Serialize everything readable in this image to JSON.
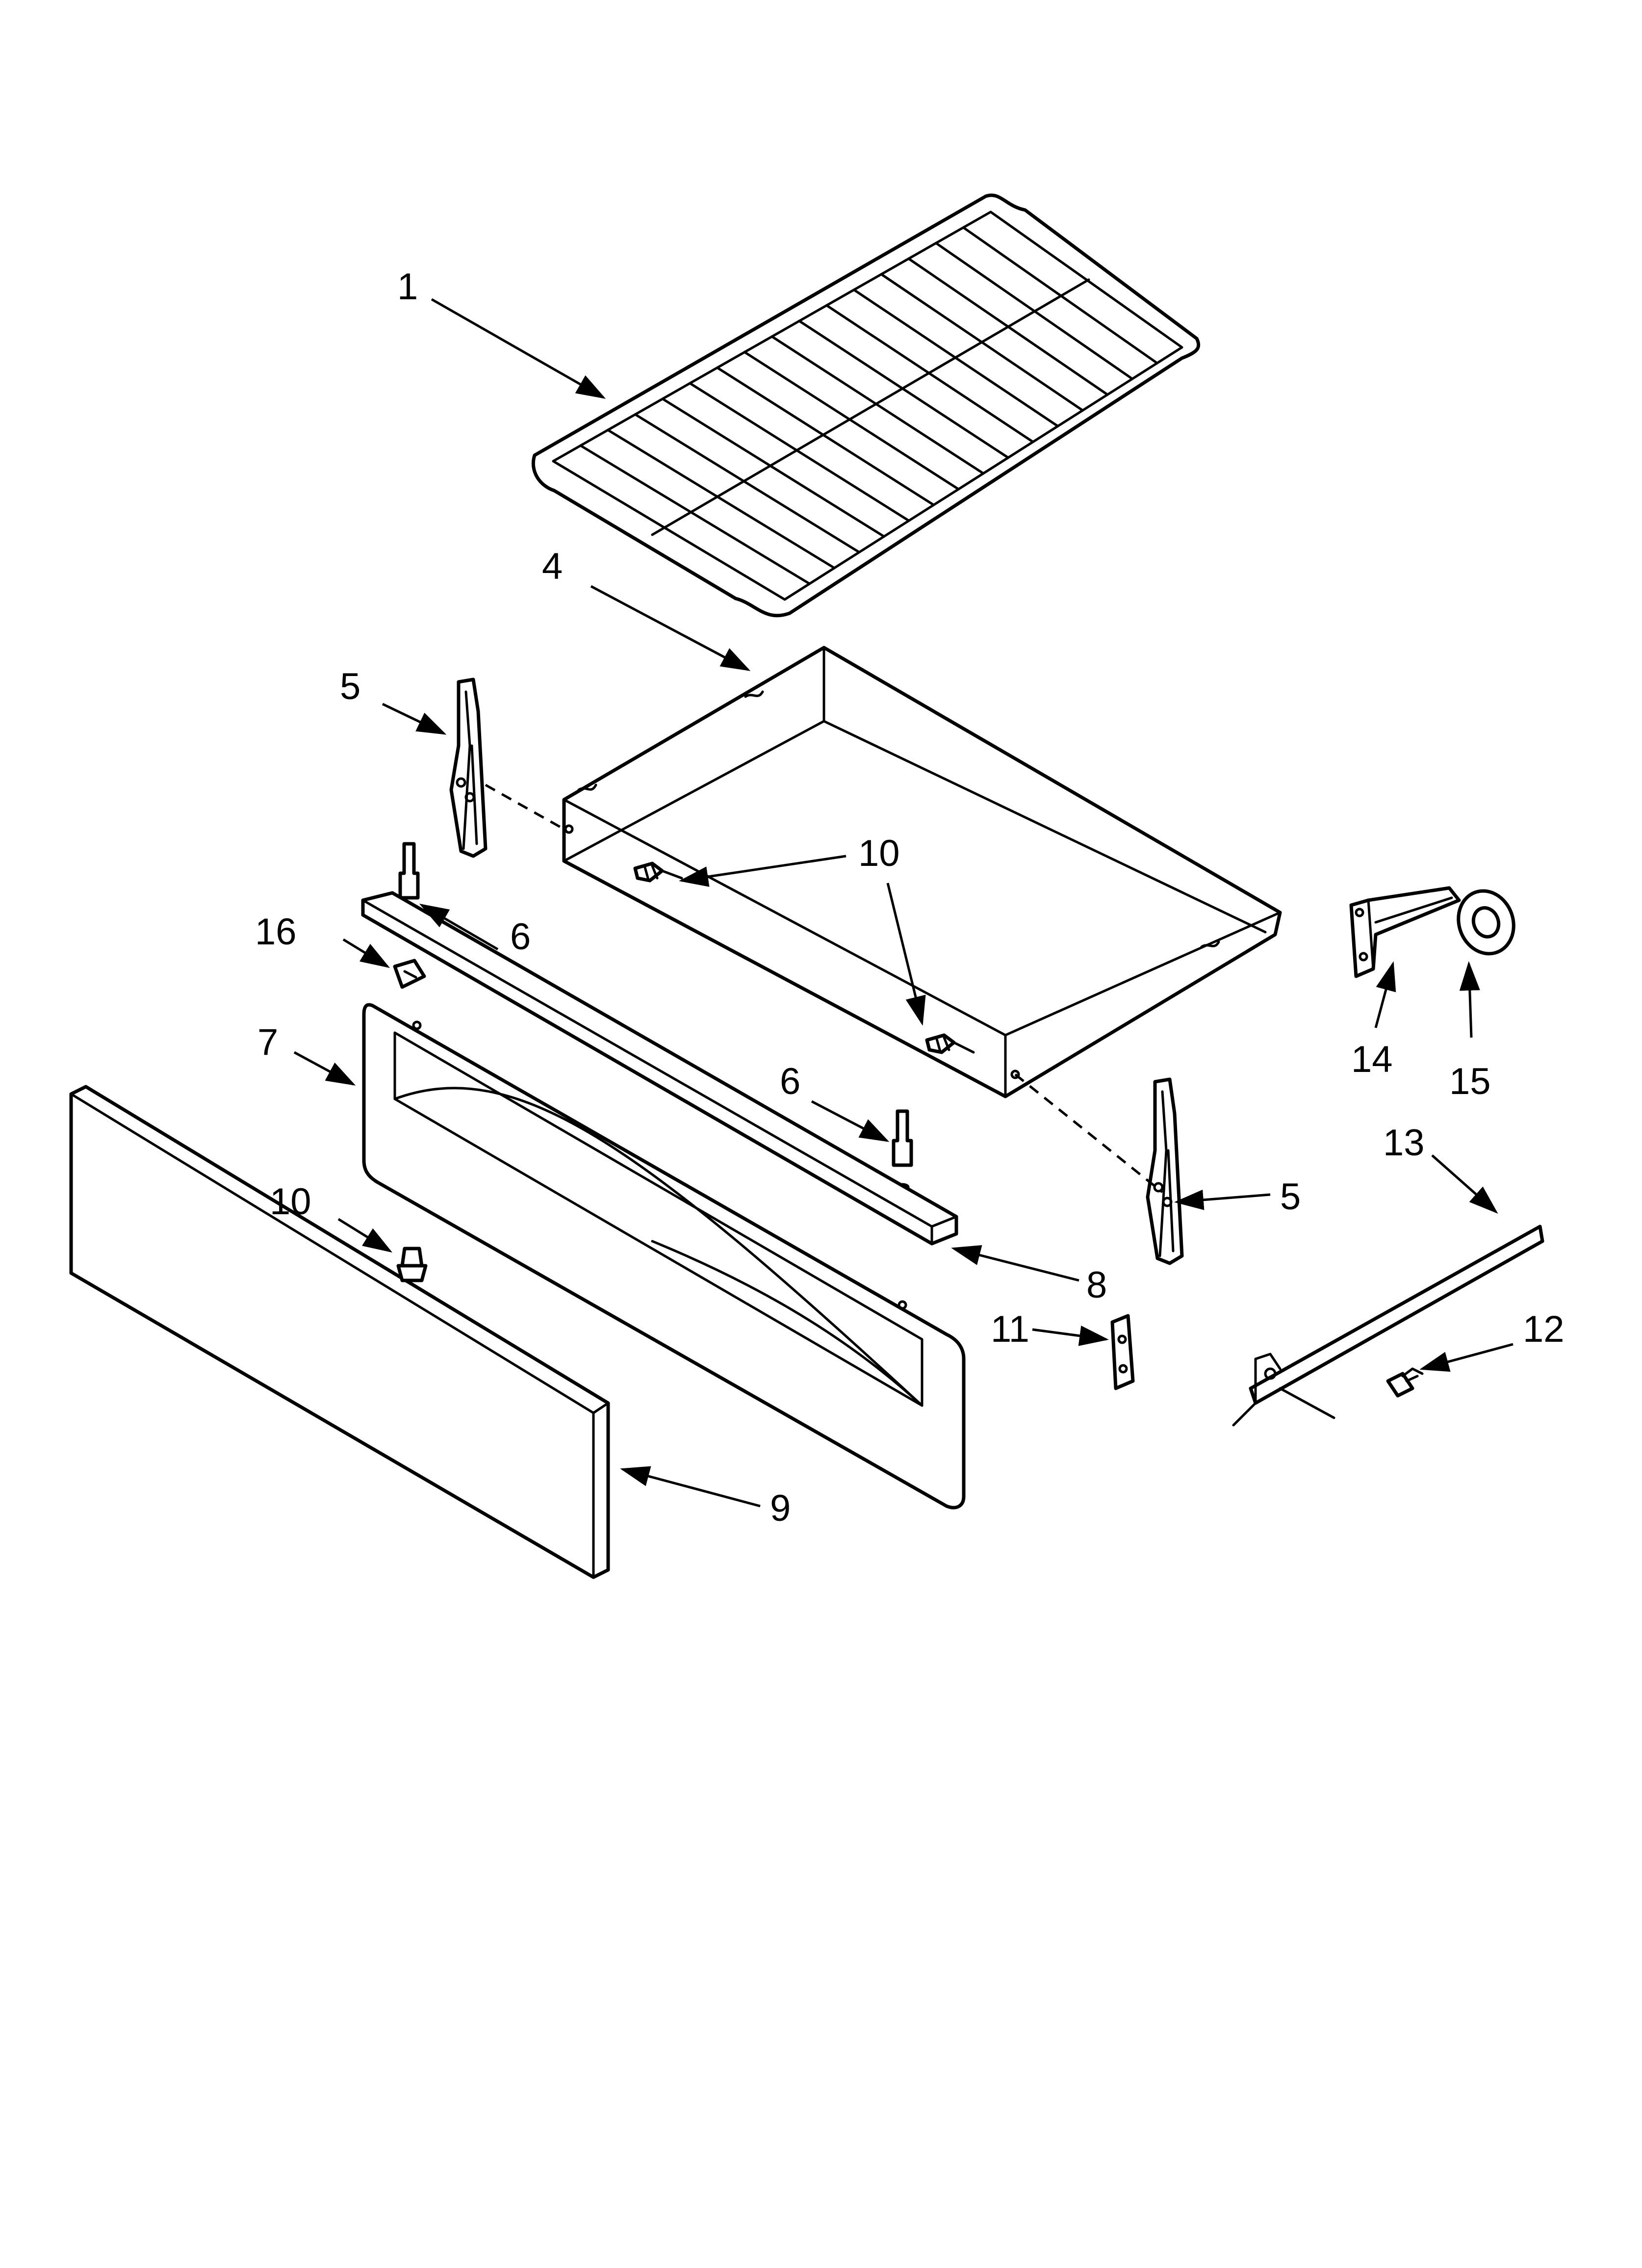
{
  "callouts": [
    {
      "key": "1",
      "text": "1"
    },
    {
      "key": "4",
      "text": "4"
    },
    {
      "key": "5a",
      "text": "5"
    },
    {
      "key": "5b",
      "text": "5"
    },
    {
      "key": "6a",
      "text": "6"
    },
    {
      "key": "6b",
      "text": "6"
    },
    {
      "key": "7",
      "text": "7"
    },
    {
      "key": "8",
      "text": "8"
    },
    {
      "key": "9",
      "text": "9"
    },
    {
      "key": "10a",
      "text": "10"
    },
    {
      "key": "10b",
      "text": "10"
    },
    {
      "key": "11",
      "text": "11"
    },
    {
      "key": "12",
      "text": "12"
    },
    {
      "key": "13",
      "text": "13"
    },
    {
      "key": "14",
      "text": "14"
    },
    {
      "key": "15",
      "text": "15"
    },
    {
      "key": "16",
      "text": "16"
    }
  ]
}
